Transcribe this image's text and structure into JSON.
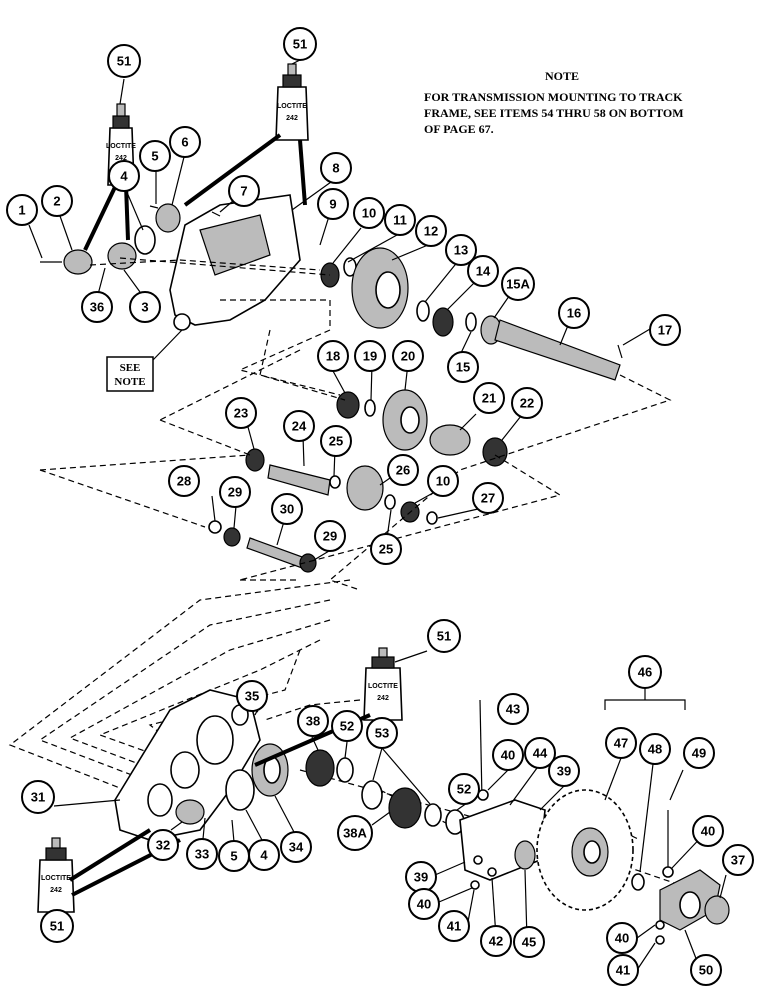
{
  "note": {
    "title": "NOTE",
    "lines": [
      "FOR TRANSMISSION MOUNTING TO TRACK",
      "FRAME, SEE ITEMS 54 THRU 58 ON BOTTOM",
      "OF PAGE 67."
    ]
  },
  "see_note": {
    "line1": "SEE",
    "line2": "NOTE"
  },
  "bottle": {
    "brand": "LOCTITE",
    "number": "242"
  },
  "callouts": [
    {
      "id": "c1",
      "label": "1"
    },
    {
      "id": "c2",
      "label": "2"
    },
    {
      "id": "c3",
      "label": "3"
    },
    {
      "id": "c4a",
      "label": "4"
    },
    {
      "id": "c5a",
      "label": "5"
    },
    {
      "id": "c6",
      "label": "6"
    },
    {
      "id": "c7",
      "label": "7"
    },
    {
      "id": "c8",
      "label": "8"
    },
    {
      "id": "c9",
      "label": "9"
    },
    {
      "id": "c10a",
      "label": "10"
    },
    {
      "id": "c11",
      "label": "11"
    },
    {
      "id": "c12",
      "label": "12"
    },
    {
      "id": "c13",
      "label": "13"
    },
    {
      "id": "c14",
      "label": "14"
    },
    {
      "id": "c15a",
      "label": "15A"
    },
    {
      "id": "c15",
      "label": "15"
    },
    {
      "id": "c16",
      "label": "16"
    },
    {
      "id": "c17",
      "label": "17"
    },
    {
      "id": "c18",
      "label": "18"
    },
    {
      "id": "c19",
      "label": "19"
    },
    {
      "id": "c20",
      "label": "20"
    },
    {
      "id": "c21",
      "label": "21"
    },
    {
      "id": "c22",
      "label": "22"
    },
    {
      "id": "c23",
      "label": "23"
    },
    {
      "id": "c24",
      "label": "24"
    },
    {
      "id": "c25a",
      "label": "25"
    },
    {
      "id": "c26",
      "label": "26"
    },
    {
      "id": "c10b",
      "label": "10"
    },
    {
      "id": "c27",
      "label": "27"
    },
    {
      "id": "c25b",
      "label": "25"
    },
    {
      "id": "c28",
      "label": "28"
    },
    {
      "id": "c29a",
      "label": "29"
    },
    {
      "id": "c30",
      "label": "30"
    },
    {
      "id": "c29b",
      "label": "29"
    },
    {
      "id": "c36",
      "label": "36"
    },
    {
      "id": "c51a",
      "label": "51"
    },
    {
      "id": "c51b",
      "label": "51"
    },
    {
      "id": "c51c",
      "label": "51"
    },
    {
      "id": "c51d",
      "label": "51"
    },
    {
      "id": "c35",
      "label": "35"
    },
    {
      "id": "c31",
      "label": "31"
    },
    {
      "id": "c38",
      "label": "38"
    },
    {
      "id": "c52a",
      "label": "52"
    },
    {
      "id": "c53",
      "label": "53"
    },
    {
      "id": "c43",
      "label": "43"
    },
    {
      "id": "c46",
      "label": "46"
    },
    {
      "id": "c40a",
      "label": "40"
    },
    {
      "id": "c44",
      "label": "44"
    },
    {
      "id": "c39a",
      "label": "39"
    },
    {
      "id": "c47",
      "label": "47"
    },
    {
      "id": "c48",
      "label": "48"
    },
    {
      "id": "c49",
      "label": "49"
    },
    {
      "id": "c52b",
      "label": "52"
    },
    {
      "id": "c40b",
      "label": "40"
    },
    {
      "id": "c38a",
      "label": "38A"
    },
    {
      "id": "c32",
      "label": "32"
    },
    {
      "id": "c33",
      "label": "33"
    },
    {
      "id": "c5b",
      "label": "5"
    },
    {
      "id": "c4b",
      "label": "4"
    },
    {
      "id": "c34",
      "label": "34"
    },
    {
      "id": "c39b",
      "label": "39"
    },
    {
      "id": "c37",
      "label": "37"
    },
    {
      "id": "c40c",
      "label": "40"
    },
    {
      "id": "c41a",
      "label": "41"
    },
    {
      "id": "c42",
      "label": "42"
    },
    {
      "id": "c45",
      "label": "45"
    },
    {
      "id": "c40d",
      "label": "40"
    },
    {
      "id": "c41b",
      "label": "41"
    },
    {
      "id": "c50",
      "label": "50"
    }
  ]
}
